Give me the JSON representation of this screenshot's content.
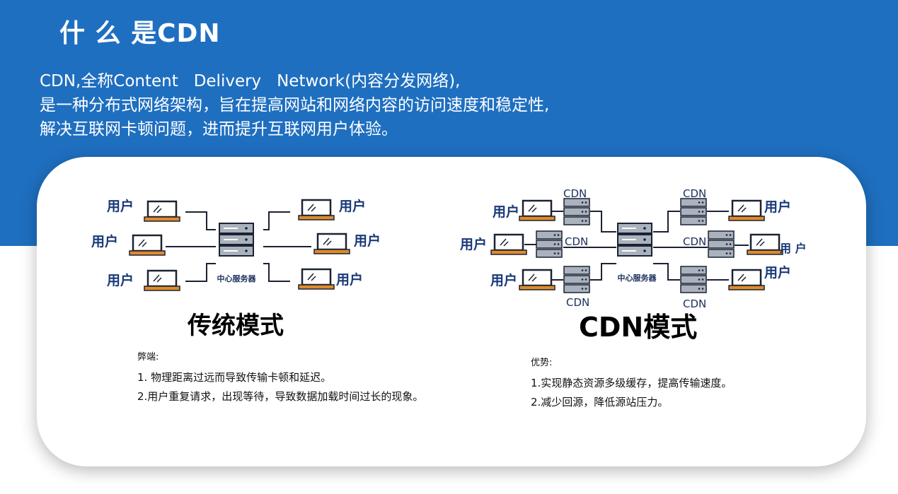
{
  "title": "什 么 是CDN",
  "intro_lines": [
    "CDN,全称Content   Delivery   Network(内容分发网络),",
    "是一种分布式网络架构，旨在提高网站和网络内容的访问速度和稳定性,",
    "解决互联网卡顿问题，进而提升互联网用户体验。"
  ],
  "traditional": {
    "mode_title": "传统模式",
    "user_label": "用户",
    "server_label": "中心服务器",
    "notes_heading": "弊端:",
    "notes": [
      "1. 物理距离过远而导致传输卡顿和延迟。",
      "2.用户重复请求，出现等待，导致数据加载时间过长的现象。"
    ]
  },
  "cdn_mode": {
    "mode_title": "CDN模式",
    "user_label": "用户",
    "user_label_spaced": "用 户",
    "cdn_label": "CDN",
    "server_label": "中心服务器",
    "notes_heading": "优势:",
    "notes": [
      "1.实现静态资源多级缓存，提高传输速度。",
      "2.减少回源，降低源站压力。"
    ]
  },
  "colors": {
    "banner": "#1f6fc0",
    "laptop_base": "#e08a2a",
    "server_fill": "#a9b2bd",
    "user_text": "#1a3a78"
  }
}
